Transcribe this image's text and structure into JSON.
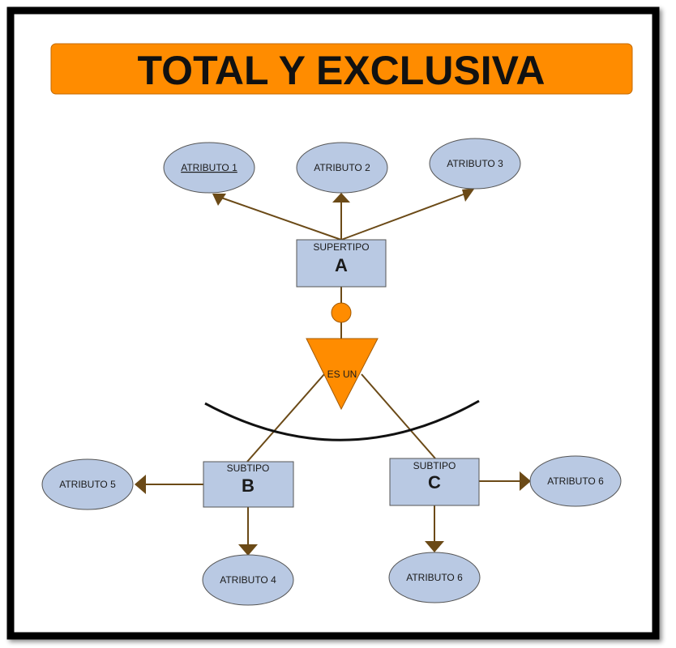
{
  "title": "TOTAL Y EXCLUSIVA",
  "supertype": {
    "caption": "SUPERTIPO",
    "letter": "A"
  },
  "specialization": {
    "label": "ES UN"
  },
  "subtypes": [
    {
      "caption": "SUBTIPO",
      "letter": "B"
    },
    {
      "caption": "SUBTIPO",
      "letter": "C"
    }
  ],
  "attributes": {
    "attr1": "ATRIBUTO 1",
    "attr2": "ATRIBUTO 2",
    "attr3": "ATRIBUTO 3",
    "attr5": "ATRIBUTO 5",
    "attr4": "ATRIBUTO 4",
    "attr6_right": "ATRIBUTO 6",
    "attr6_bottom": "ATRIBUTO 6"
  },
  "colors": {
    "banner": "#FF8C00",
    "entity_fill": "#B9C9E3",
    "line": "#6B4A17",
    "frame": "#000000"
  }
}
